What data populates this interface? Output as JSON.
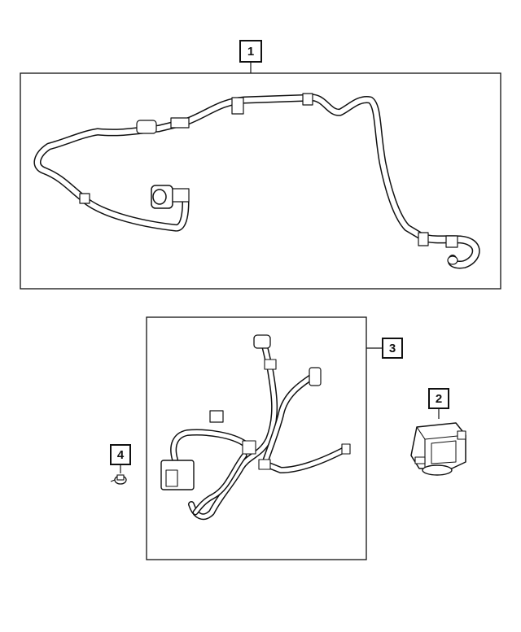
{
  "callouts": {
    "c1": "1",
    "c2": "2",
    "c3": "3",
    "c4": "4"
  },
  "colors": {
    "line": "#111111",
    "background": "#ffffff"
  }
}
